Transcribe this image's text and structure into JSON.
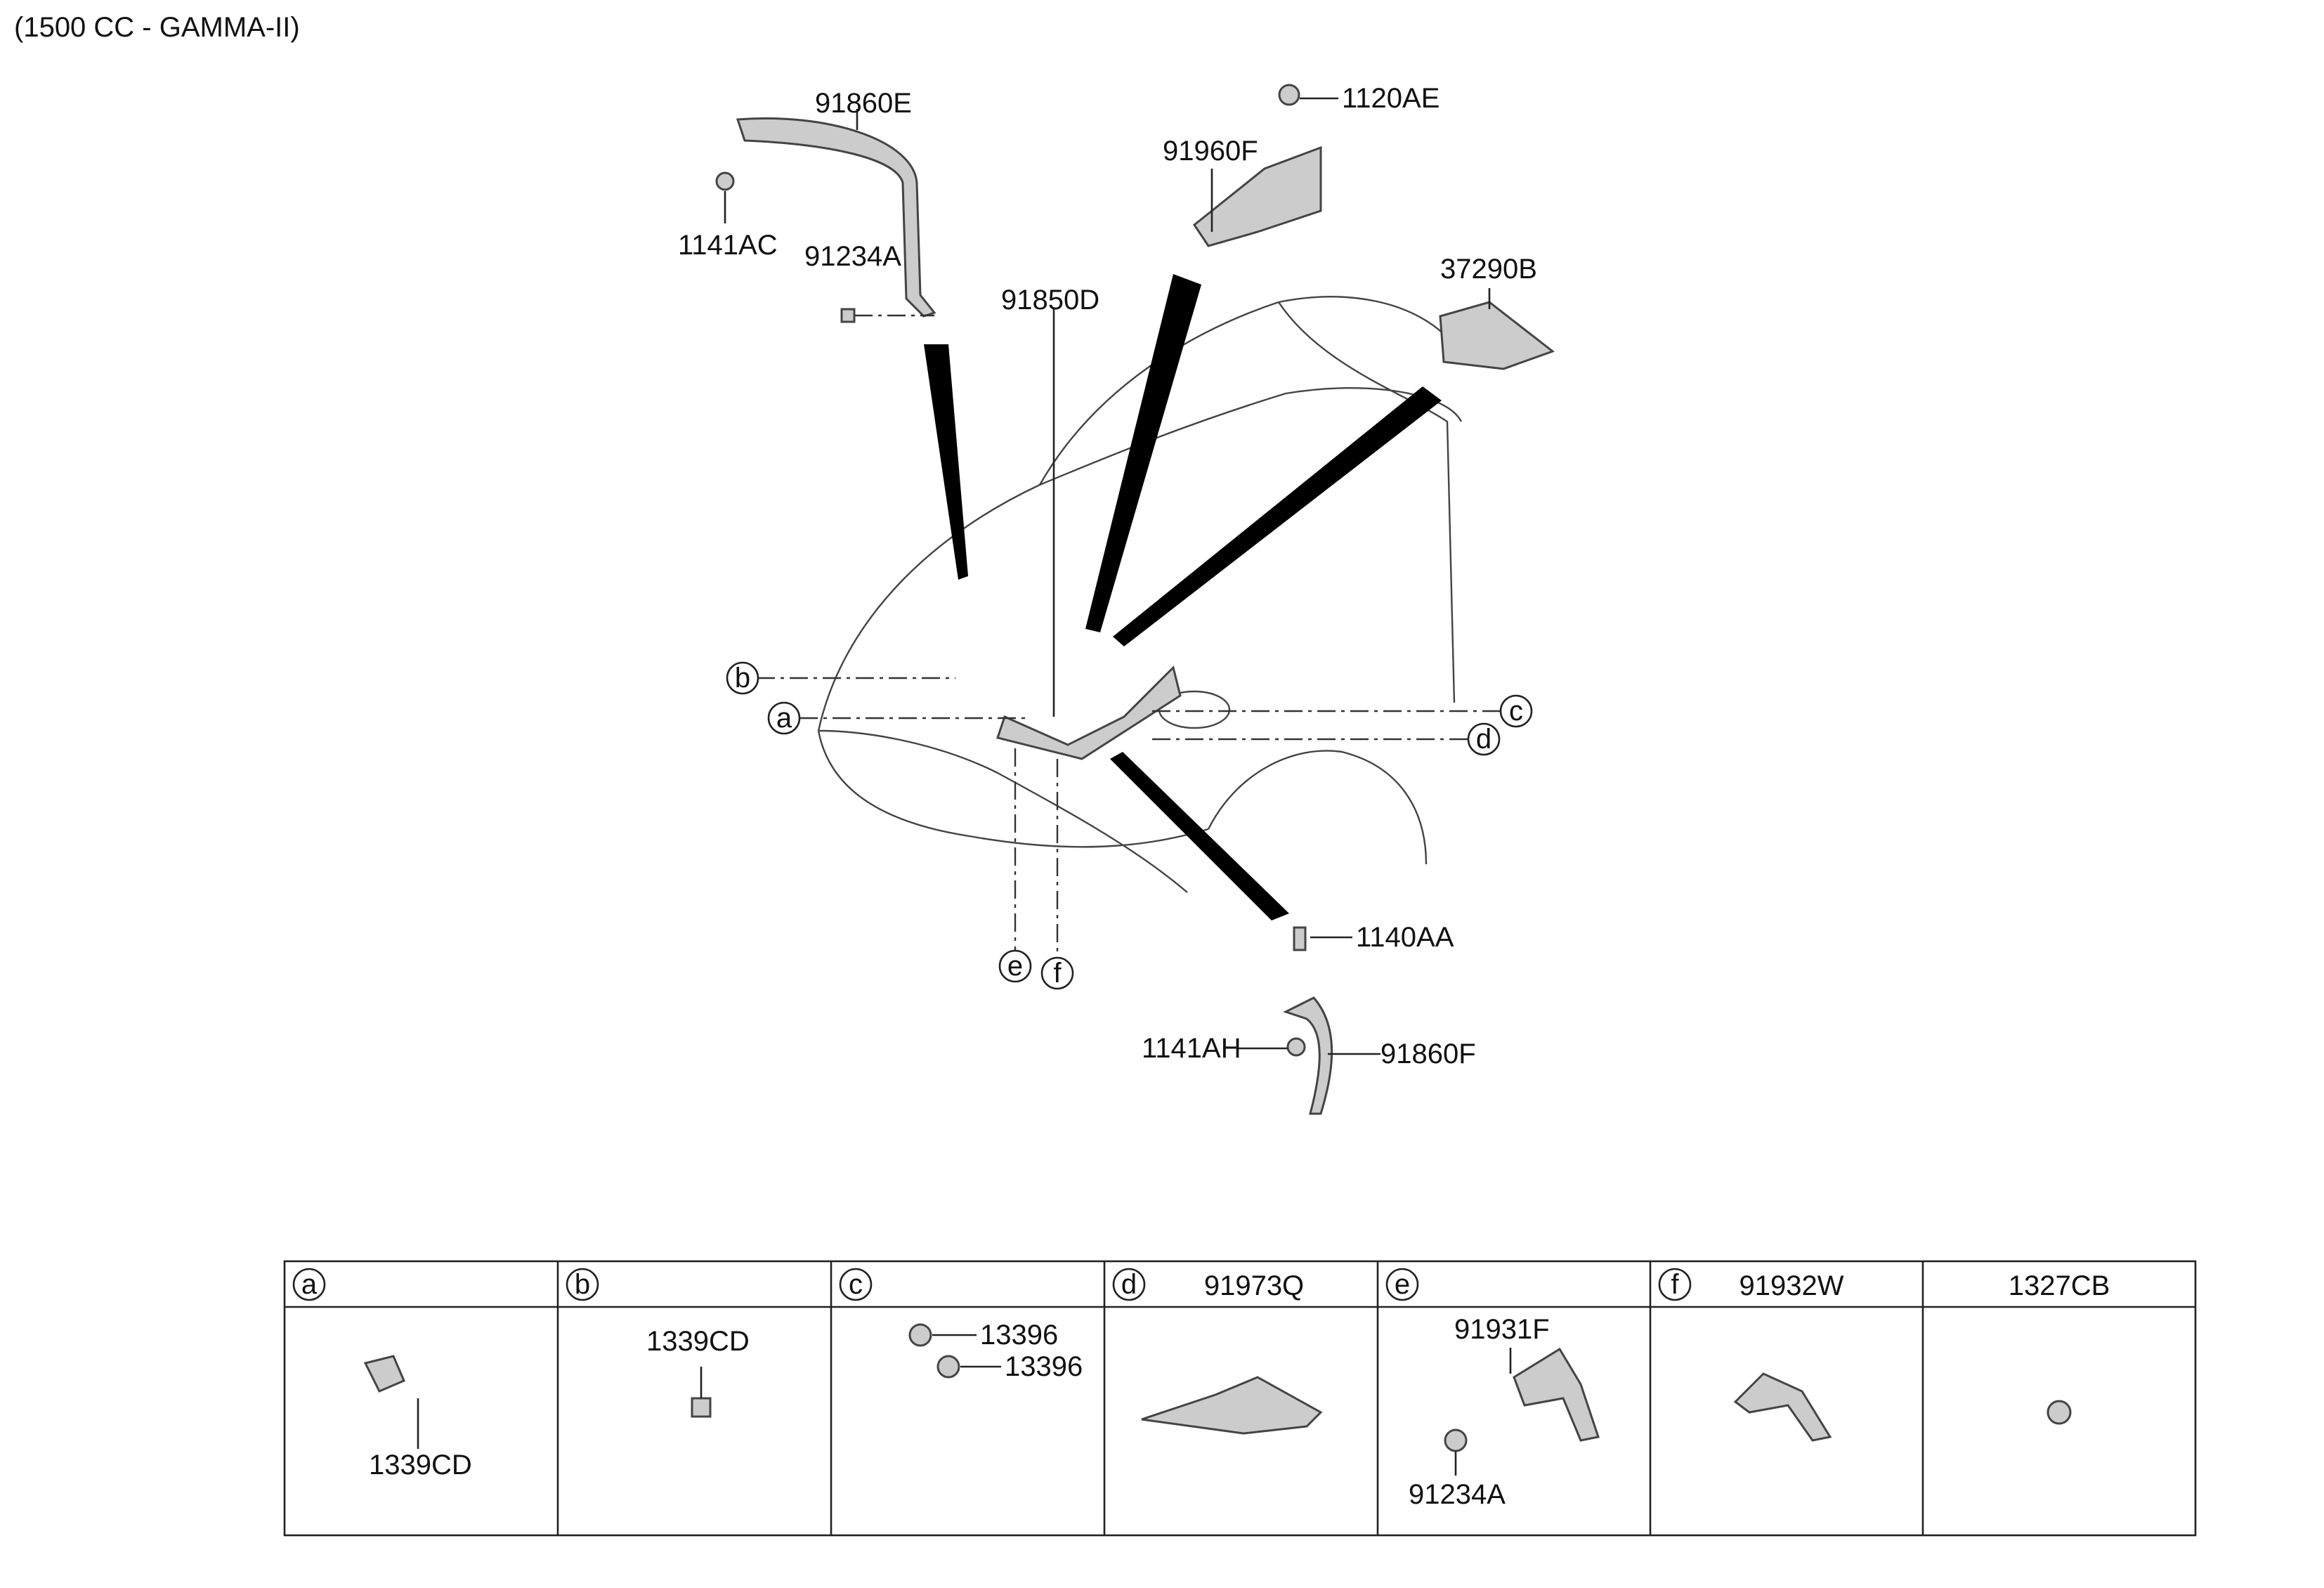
{
  "header": {
    "engine_label": "(1500 CC - GAMMA-II)"
  },
  "parts": {
    "p91860E": "91860E",
    "p1141AC": "1141AC",
    "p91234A": "91234A",
    "p91850D": "91850D",
    "p1120AE": "1120AE",
    "p91960F": "91960F",
    "p37290B": "37290B",
    "p1140AA": "1140AA",
    "p1141AH": "1141AH",
    "p91860F": "91860F"
  },
  "callouts": {
    "a": "a",
    "b": "b",
    "c": "c",
    "d": "d",
    "e": "e",
    "f": "f"
  },
  "table": {
    "cells": [
      {
        "letter": "a",
        "part": ""
      },
      {
        "letter": "b",
        "part": ""
      },
      {
        "letter": "c",
        "part": ""
      },
      {
        "letter": "d",
        "part": "91973Q"
      },
      {
        "letter": "e",
        "part": ""
      },
      {
        "letter": "f",
        "part": "91932W"
      },
      {
        "letter": "",
        "part": "1327CB"
      }
    ],
    "labels": {
      "a1": "1339CD",
      "b1": "1339CD",
      "c1": "13396",
      "c2": "13396",
      "e1": "91931F",
      "e2": "91234A"
    }
  }
}
